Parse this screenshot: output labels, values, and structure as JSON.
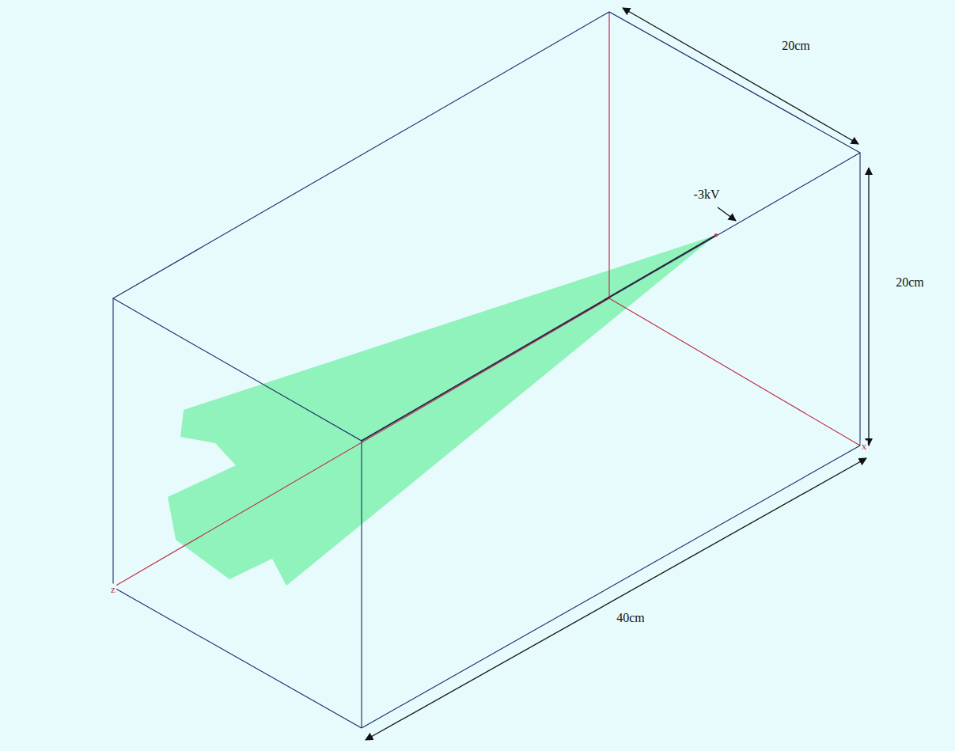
{
  "diagram": {
    "labels": [
      "-3kV",
      "20cm",
      "20cm",
      "40cm",
      "z",
      "x"
    ]
  }
}
